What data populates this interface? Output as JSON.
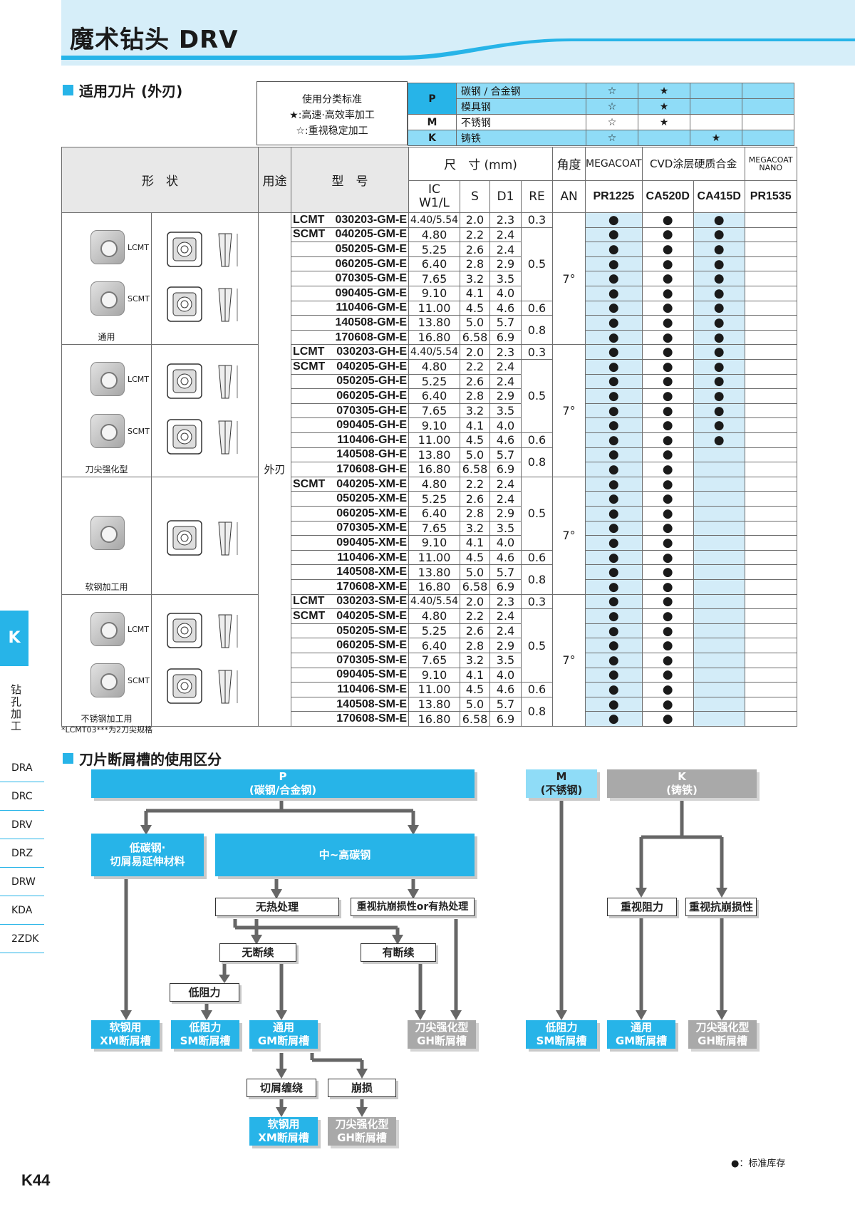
{
  "header": {
    "title": "魔术钻头 DRV"
  },
  "section1": {
    "title": "适用刀片 (外刃)"
  },
  "section2": {
    "title": "刀片断屑槽的使用区分"
  },
  "legend": {
    "line1": "使用分类标准",
    "line2": "★:高速·高效率加工",
    "line3": "☆:重视稳定加工"
  },
  "materials": [
    {
      "code": "P",
      "name": "碳钢 / 合金钢",
      "marks": [
        "☆",
        "★",
        "",
        ""
      ]
    },
    {
      "code": "",
      "name": "模具钢",
      "marks": [
        "☆",
        "★",
        "",
        ""
      ]
    },
    {
      "code": "M",
      "name": "不锈钢",
      "marks": [
        "☆",
        "★",
        "",
        ""
      ]
    },
    {
      "code": "K",
      "name": "铸铁",
      "marks": [
        "☆",
        "",
        "★",
        ""
      ]
    }
  ],
  "table_header": {
    "shape": "形　状",
    "use": "用途",
    "model": "型　号",
    "dims": "尺　寸 (mm)",
    "ic": "IC",
    "w1l": "W1/L",
    "s": "S",
    "d1": "D1",
    "re": "RE",
    "angle": "角度",
    "an": "AN",
    "megacoat": "MEGACOAT",
    "cvd": "CVD涂层硬质合金",
    "nano": "MEGACOAT NANO",
    "g1": "PR1225",
    "g2": "CA520D",
    "g3": "CA415D",
    "g4": "PR1535"
  },
  "use_value": "外刃",
  "angle_value": "7°",
  "dot": "●",
  "groups": [
    {
      "name": "通用",
      "labels": [
        "LCMT",
        "SCMT"
      ],
      "rows": [
        {
          "prefix": "LCMT",
          "code": "030203-GM-E",
          "ic": "4.40/5.54",
          "s": "2.0",
          "d1": "2.3",
          "re": "0.3",
          "g": [
            true,
            true,
            true,
            false
          ]
        },
        {
          "prefix": "SCMT",
          "code": "040205-GM-E",
          "ic": "4.80",
          "s": "2.2",
          "d1": "2.4",
          "re": "0.5",
          "g": [
            true,
            true,
            true,
            false
          ]
        },
        {
          "prefix": "",
          "code": "050205-GM-E",
          "ic": "5.25",
          "s": "2.6",
          "d1": "2.4",
          "re": "",
          "g": [
            true,
            true,
            true,
            false
          ]
        },
        {
          "prefix": "",
          "code": "060205-GM-E",
          "ic": "6.40",
          "s": "2.8",
          "d1": "2.9",
          "re": "",
          "g": [
            true,
            true,
            true,
            false
          ]
        },
        {
          "prefix": "",
          "code": "070305-GM-E",
          "ic": "7.65",
          "s": "3.2",
          "d1": "3.5",
          "re": "",
          "g": [
            true,
            true,
            true,
            false
          ]
        },
        {
          "prefix": "",
          "code": "090405-GM-E",
          "ic": "9.10",
          "s": "4.1",
          "d1": "4.0",
          "re": "",
          "g": [
            true,
            true,
            true,
            false
          ]
        },
        {
          "prefix": "",
          "code": "110406-GM-E",
          "ic": "11.00",
          "s": "4.5",
          "d1": "4.6",
          "re": "0.6",
          "g": [
            true,
            true,
            true,
            false
          ]
        },
        {
          "prefix": "",
          "code": "140508-GM-E",
          "ic": "13.80",
          "s": "5.0",
          "d1": "5.7",
          "re": "0.8",
          "g": [
            true,
            true,
            true,
            false
          ]
        },
        {
          "prefix": "",
          "code": "170608-GM-E",
          "ic": "16.80",
          "s": "6.58",
          "d1": "6.9",
          "re": "",
          "g": [
            true,
            true,
            true,
            false
          ]
        }
      ]
    },
    {
      "name": "刀尖强化型",
      "labels": [
        "LCMT",
        "SCMT"
      ],
      "rows": [
        {
          "prefix": "LCMT",
          "code": "030203-GH-E",
          "ic": "4.40/5.54",
          "s": "2.0",
          "d1": "2.3",
          "re": "0.3",
          "g": [
            true,
            true,
            true,
            false
          ]
        },
        {
          "prefix": "SCMT",
          "code": "040205-GH-E",
          "ic": "4.80",
          "s": "2.2",
          "d1": "2.4",
          "re": "0.5",
          "g": [
            true,
            true,
            true,
            false
          ]
        },
        {
          "prefix": "",
          "code": "050205-GH-E",
          "ic": "5.25",
          "s": "2.6",
          "d1": "2.4",
          "re": "",
          "g": [
            true,
            true,
            true,
            false
          ]
        },
        {
          "prefix": "",
          "code": "060205-GH-E",
          "ic": "6.40",
          "s": "2.8",
          "d1": "2.9",
          "re": "",
          "g": [
            true,
            true,
            true,
            false
          ]
        },
        {
          "prefix": "",
          "code": "070305-GH-E",
          "ic": "7.65",
          "s": "3.2",
          "d1": "3.5",
          "re": "",
          "g": [
            true,
            true,
            true,
            false
          ]
        },
        {
          "prefix": "",
          "code": "090405-GH-E",
          "ic": "9.10",
          "s": "4.1",
          "d1": "4.0",
          "re": "",
          "g": [
            true,
            true,
            true,
            false
          ]
        },
        {
          "prefix": "",
          "code": "110406-GH-E",
          "ic": "11.00",
          "s": "4.5",
          "d1": "4.6",
          "re": "0.6",
          "g": [
            true,
            true,
            true,
            false
          ]
        },
        {
          "prefix": "",
          "code": "140508-GH-E",
          "ic": "13.80",
          "s": "5.0",
          "d1": "5.7",
          "re": "0.8",
          "g": [
            true,
            true,
            false,
            false
          ]
        },
        {
          "prefix": "",
          "code": "170608-GH-E",
          "ic": "16.80",
          "s": "6.58",
          "d1": "6.9",
          "re": "",
          "g": [
            true,
            true,
            false,
            false
          ]
        }
      ]
    },
    {
      "name": "软钢加工用",
      "labels": [],
      "rows": [
        {
          "prefix": "SCMT",
          "code": "040205-XM-E",
          "ic": "4.80",
          "s": "2.2",
          "d1": "2.4",
          "re": "0.5",
          "g": [
            true,
            true,
            false,
            false
          ]
        },
        {
          "prefix": "",
          "code": "050205-XM-E",
          "ic": "5.25",
          "s": "2.6",
          "d1": "2.4",
          "re": "",
          "g": [
            true,
            true,
            false,
            false
          ]
        },
        {
          "prefix": "",
          "code": "060205-XM-E",
          "ic": "6.40",
          "s": "2.8",
          "d1": "2.9",
          "re": "",
          "g": [
            true,
            true,
            false,
            false
          ]
        },
        {
          "prefix": "",
          "code": "070305-XM-E",
          "ic": "7.65",
          "s": "3.2",
          "d1": "3.5",
          "re": "",
          "g": [
            true,
            true,
            false,
            false
          ]
        },
        {
          "prefix": "",
          "code": "090405-XM-E",
          "ic": "9.10",
          "s": "4.1",
          "d1": "4.0",
          "re": "",
          "g": [
            true,
            true,
            false,
            false
          ]
        },
        {
          "prefix": "",
          "code": "110406-XM-E",
          "ic": "11.00",
          "s": "4.5",
          "d1": "4.6",
          "re": "0.6",
          "g": [
            true,
            true,
            false,
            false
          ]
        },
        {
          "prefix": "",
          "code": "140508-XM-E",
          "ic": "13.80",
          "s": "5.0",
          "d1": "5.7",
          "re": "0.8",
          "g": [
            true,
            true,
            false,
            false
          ]
        },
        {
          "prefix": "",
          "code": "170608-XM-E",
          "ic": "16.80",
          "s": "6.58",
          "d1": "6.9",
          "re": "",
          "g": [
            true,
            true,
            false,
            false
          ]
        }
      ]
    },
    {
      "name": "不锈钢加工用",
      "labels": [
        "LCMT",
        "SCMT"
      ],
      "rows": [
        {
          "prefix": "LCMT",
          "code": "030203-SM-E",
          "ic": "4.40/5.54",
          "s": "2.0",
          "d1": "2.3",
          "re": "0.3",
          "g": [
            true,
            true,
            false,
            false
          ]
        },
        {
          "prefix": "SCMT",
          "code": "040205-SM-E",
          "ic": "4.80",
          "s": "2.2",
          "d1": "2.4",
          "re": "0.5",
          "g": [
            true,
            true,
            false,
            false
          ]
        },
        {
          "prefix": "",
          "code": "050205-SM-E",
          "ic": "5.25",
          "s": "2.6",
          "d1": "2.4",
          "re": "",
          "g": [
            true,
            true,
            false,
            false
          ]
        },
        {
          "prefix": "",
          "code": "060205-SM-E",
          "ic": "6.40",
          "s": "2.8",
          "d1": "2.9",
          "re": "",
          "g": [
            true,
            true,
            false,
            false
          ]
        },
        {
          "prefix": "",
          "code": "070305-SM-E",
          "ic": "7.65",
          "s": "3.2",
          "d1": "3.5",
          "re": "",
          "g": [
            true,
            true,
            false,
            false
          ]
        },
        {
          "prefix": "",
          "code": "090405-SM-E",
          "ic": "9.10",
          "s": "4.1",
          "d1": "4.0",
          "re": "",
          "g": [
            true,
            true,
            false,
            false
          ]
        },
        {
          "prefix": "",
          "code": "110406-SM-E",
          "ic": "11.00",
          "s": "4.5",
          "d1": "4.6",
          "re": "0.6",
          "g": [
            true,
            true,
            false,
            false
          ]
        },
        {
          "prefix": "",
          "code": "140508-SM-E",
          "ic": "13.80",
          "s": "5.0",
          "d1": "5.7",
          "re": "0.8",
          "g": [
            true,
            true,
            false,
            false
          ]
        },
        {
          "prefix": "",
          "code": "170608-SM-E",
          "ic": "16.80",
          "s": "6.58",
          "d1": "6.9",
          "re": "",
          "g": [
            true,
            true,
            false,
            false
          ]
        }
      ]
    }
  ],
  "table_note": "*LCMT03***为2刀尖规格",
  "side": {
    "tab": "K",
    "vertical": "钻孔加工",
    "nav": [
      "DRA",
      "DRC",
      "DRV",
      "DRZ",
      "DRW",
      "KDA",
      "2ZDK"
    ]
  },
  "flow": {
    "p_top": "P",
    "p_sub": "(碳钢/合金钢)",
    "m_top": "M",
    "m_sub": "(不锈钢)",
    "k_top": "K",
    "k_sub": "(铸铁)",
    "low_carbon": "低碳钢·",
    "low_carbon2": "切屑易延伸材料",
    "mid_high": "中~高碳钢",
    "no_heat": "无热处理",
    "chip_heat": "重视抗崩损性or有热处理",
    "no_interrupt": "无断续",
    "interrupt": "有断续",
    "low_resist": "低阻力",
    "r1a": "软钢用",
    "r1b": "XM断屑槽",
    "r2a": "低阻力",
    "r2b": "SM断屑槽",
    "r3a": "通用",
    "r3b": "GM断屑槽",
    "r4a": "刀尖强化型",
    "r4b": "GH断屑槽",
    "chip_wrap": "切屑缠绕",
    "chipping": "崩损",
    "r5a": "软钢用",
    "r5b": "XM断屑槽",
    "r6a": "刀尖强化型",
    "r6b": "GH断屑槽",
    "m_ra": "低阻力",
    "m_rb": "SM断屑槽",
    "k_resist": "重视阻力",
    "k_chip": "重视抗崩损性",
    "k_r1a": "通用",
    "k_r1b": "GM断屑槽",
    "k_r2a": "刀尖强化型",
    "k_r2b": "GH断屑槽"
  },
  "footer": {
    "note": "●：标准库存",
    "page": "K44"
  }
}
